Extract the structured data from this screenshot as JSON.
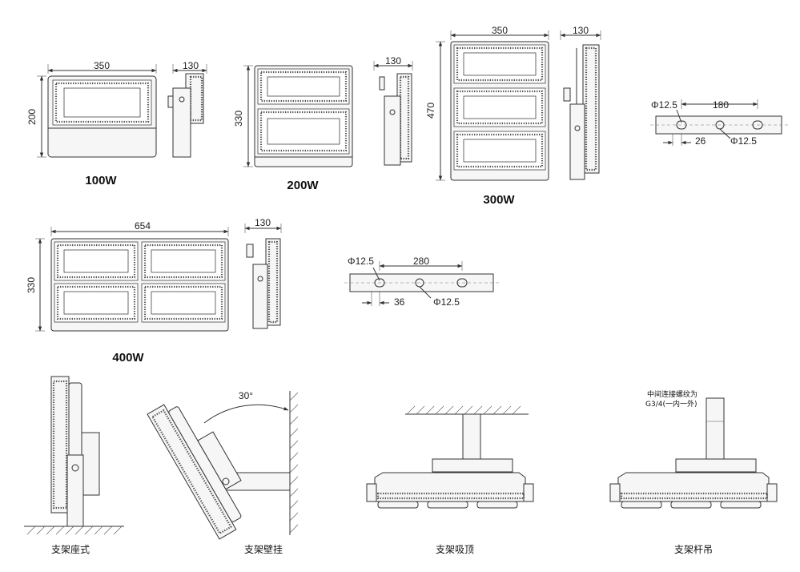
{
  "models": {
    "w100": {
      "label": "100W",
      "front_width": "350",
      "front_height": "200",
      "side_depth": "130"
    },
    "w200": {
      "label": "200W",
      "front_height": "330",
      "side_depth": "130"
    },
    "w300": {
      "label": "300W",
      "front_width": "350",
      "front_height": "470",
      "side_depth": "130"
    },
    "w400": {
      "label": "400W",
      "front_width": "654",
      "front_height": "330",
      "side_depth": "130"
    }
  },
  "brackets": {
    "top": {
      "spacing": "180",
      "hole_dia_left": "Φ12.5",
      "hole_dia_right": "Φ12.5",
      "offset": "26"
    },
    "bottom": {
      "spacing": "280",
      "hole_dia_left": "Φ12.5",
      "hole_dia_right": "Φ12.5",
      "offset": "36"
    }
  },
  "mounting": {
    "floor": {
      "caption": "支架座式"
    },
    "wall": {
      "caption": "支架壁挂",
      "angle": "30°"
    },
    "ceiling": {
      "caption": "支架吸顶"
    },
    "pole": {
      "caption": "支架杆吊",
      "note_line1": "中间连接螺纹为",
      "note_line2": "G3/4(一内一外)"
    }
  }
}
